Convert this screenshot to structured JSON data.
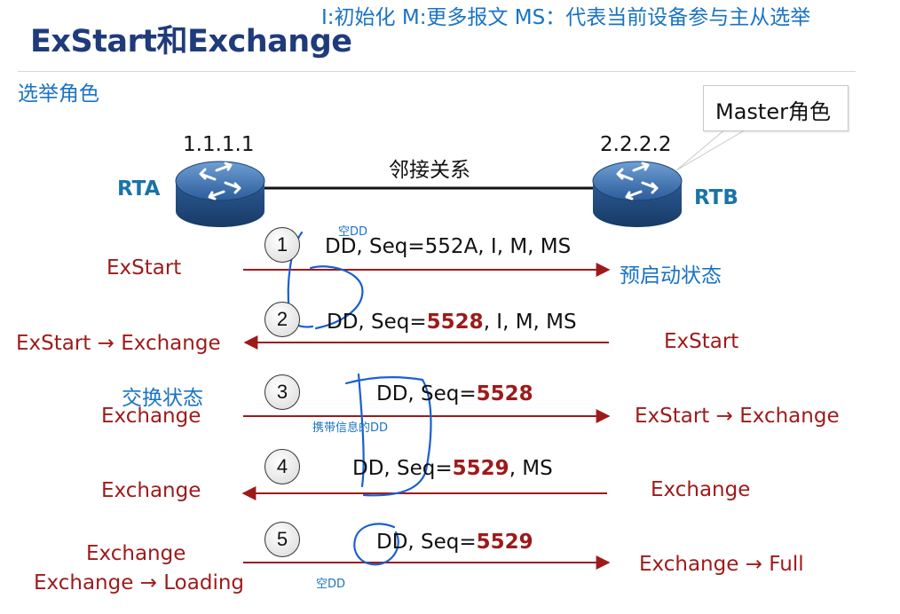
{
  "header": {
    "title": "ExStart和Exchange",
    "note": "I:初始化 M:更多报文 MS：代表当前设备参与主从选举"
  },
  "section_label": "选举角色",
  "callout": "Master角色",
  "routers": {
    "rta": {
      "name": "RTA",
      "ip": "1.1.1.1"
    },
    "rtb": {
      "name": "RTB",
      "ip": "2.2.2.2"
    }
  },
  "adjacency_label": "邻接关系",
  "steps": [
    {
      "num": "1",
      "msg_plain": "DD, Seq=552A, I, M, MS",
      "left_state": "ExStart",
      "right_state": "预启动状态"
    },
    {
      "num": "2",
      "msg_pre": "DD, Seq=",
      "msg_seq": "5528",
      "msg_post": ", I, M, MS",
      "left_state": "ExStart → Exchange",
      "right_state": "ExStart"
    },
    {
      "num": "3",
      "msg_pre": "DD, Seq=",
      "msg_seq": "5528",
      "left_note": "交换状态",
      "left_state": "Exchange",
      "right_state": "ExStart → Exchange"
    },
    {
      "num": "4",
      "msg_pre": "DD, Seq=",
      "msg_seq": "5529",
      "msg_post": ", MS",
      "left_state": "Exchange",
      "right_state": "Exchange"
    },
    {
      "num": "5",
      "msg_pre": "DD, Seq=",
      "msg_seq": "5529",
      "left_state": "Exchange",
      "left_state2": "Exchange → Loading",
      "right_state": "Exchange → Full"
    }
  ],
  "handwritten": {
    "empty_dd_1": "空DD",
    "info_dd": "携带信息的DD",
    "empty_dd_2": "空DD"
  },
  "colors": {
    "title": "#1f3b7a",
    "note_blue": "#1a73c4",
    "state_red": "#9e1a1a",
    "router_name": "#1a73a8",
    "arrow": "#9e1a1a"
  }
}
